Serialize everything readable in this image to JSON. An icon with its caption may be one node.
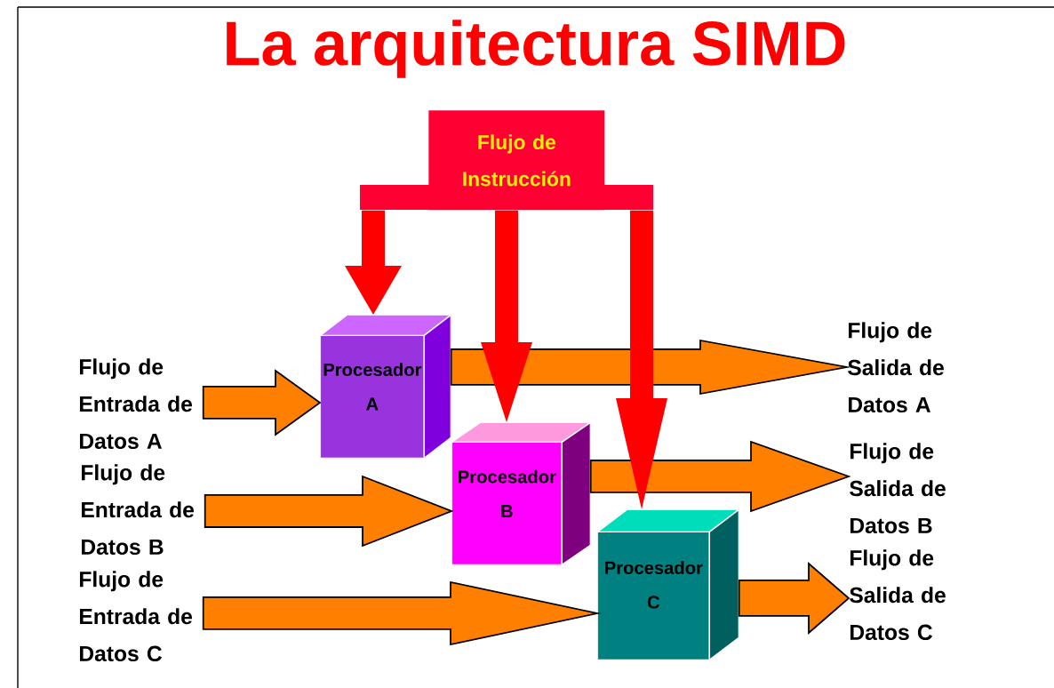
{
  "diagram": {
    "title": "La arquitectura SIMD",
    "nodes": [
      {
        "text": [
          "Flujo de Instrucción"
        ]
      },
      {
        "text": [
          "Procesador A"
        ]
      },
      {
        "text": [
          "Procesador B"
        ]
      },
      {
        "text": [
          "Procesador C"
        ]
      },
      {
        "text": [
          "Flujo de Entrada de Datos A"
        ]
      },
      {
        "text": [
          "Flujo de Entrada de Datos B"
        ]
      },
      {
        "text": [
          "Flujo de Entrada de Datos C"
        ]
      },
      {
        "text": [
          "Flujo de Salida de Datos A"
        ]
      },
      {
        "text": [
          "Flujo de Salida de Datos B"
        ]
      },
      {
        "text": [
          "Flujo de Salida de Datos C"
        ]
      }
    ],
    "edges": [
      {
        "from": 4,
        "to": 1,
        "arrow": "to"
      },
      {
        "from": 5,
        "to": 2,
        "arrow": "to"
      },
      {
        "from": 6,
        "to": 3,
        "arrow": "to"
      },
      {
        "from": 1,
        "to": 7,
        "arrow": "to"
      },
      {
        "from": 2,
        "to": 8,
        "arrow": "to"
      },
      {
        "from": 3,
        "to": 9,
        "arrow": "to"
      },
      {
        "from": 0,
        "to": 1,
        "arrow": "to",
        "color": "#ff0000"
      },
      {
        "from": 0,
        "to": 2,
        "arrow": "to",
        "color": "#ff0000"
      },
      {
        "from": 0,
        "to": 3,
        "arrow": "to",
        "color": "#ff0000"
      }
    ]
  }
}
